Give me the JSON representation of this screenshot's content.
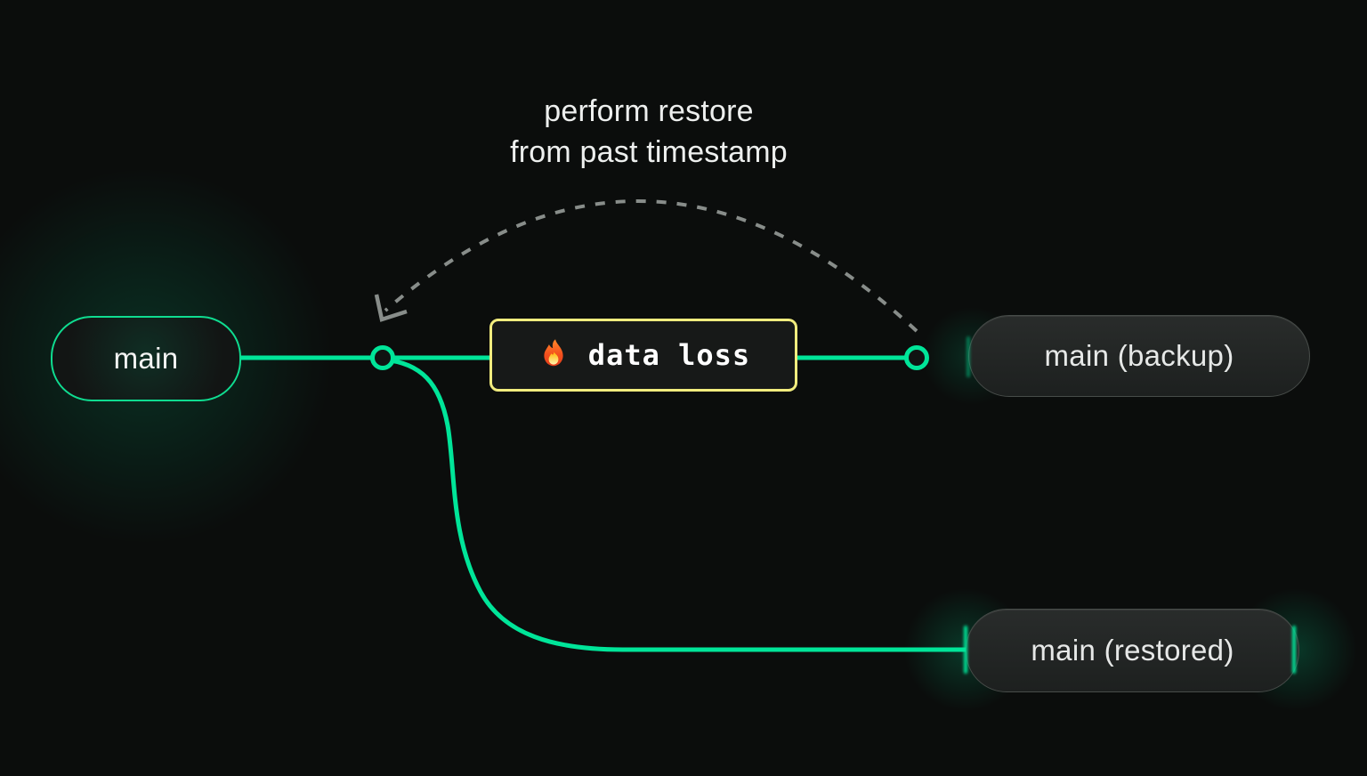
{
  "caption": {
    "line1": "perform restore",
    "line2": "from past timestamp"
  },
  "nodes": {
    "main": {
      "label": "main"
    },
    "backup": {
      "label": "main (backup)"
    },
    "restored": {
      "label": "main (restored)"
    }
  },
  "event_box": {
    "label": "data loss",
    "icon": "fire-icon"
  },
  "colors": {
    "background": "#0b0d0c",
    "branch_green": "#00e599",
    "warning_yellow": "#f1ec7e",
    "dashed_gray": "#888d8a",
    "node_border": "#474c49",
    "node_background": "#212423",
    "text_primary": "#edefee"
  }
}
